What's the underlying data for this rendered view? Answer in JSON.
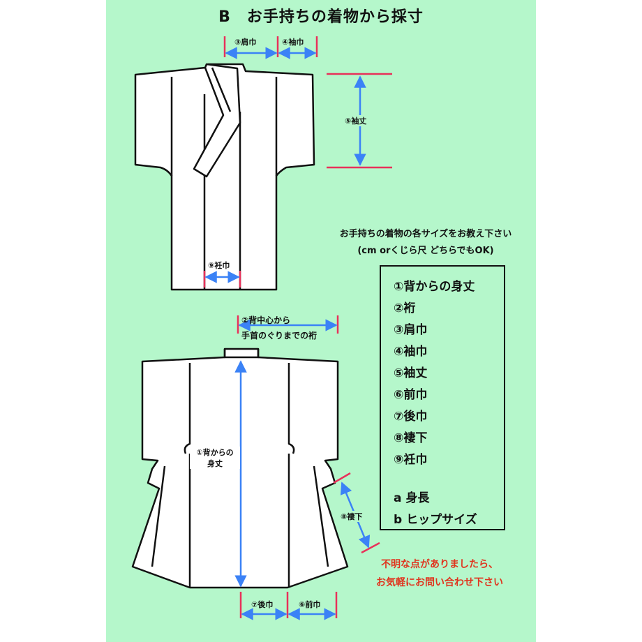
{
  "title": "B　お手持ちの着物から採寸",
  "labels": {
    "kata_haba": "③肩巾",
    "sode_haba": "④袖巾",
    "sode_take": "⑤袖丈",
    "okumi_haba": "⑨衽巾",
    "yuki_line1": "②背中心から",
    "yuki_line2": "手首のぐりまでの裄",
    "mitake_line1": "①背からの",
    "mitake_line2": "身丈",
    "tsumashita": "⑧褄下",
    "ushiro_haba": "⑦後巾",
    "mae_haba": "⑥前巾"
  },
  "instructions": {
    "line1": "お手持ちの着物の各サイズをお教え下さい",
    "line2": "(cm orくじら尺 どちらでもOK)"
  },
  "measurement_list": [
    "①背からの身丈",
    "②裄",
    "③肩巾",
    "④袖巾",
    "⑤袖丈",
    "⑥前巾",
    "⑦後巾",
    "⑧褄下",
    "⑨衽巾"
  ],
  "extra_list": [
    "a 身長",
    "b ヒップサイズ"
  ],
  "note": {
    "line1": "不明な点がありましたら、",
    "line2": "お気軽にお問い合わせ下さい"
  },
  "colors": {
    "background": "#b5f7cb",
    "arrow_blue": "#3b82f6",
    "marker_red": "#e8315a",
    "note_red": "#e0341e",
    "outline": "#111111"
  }
}
